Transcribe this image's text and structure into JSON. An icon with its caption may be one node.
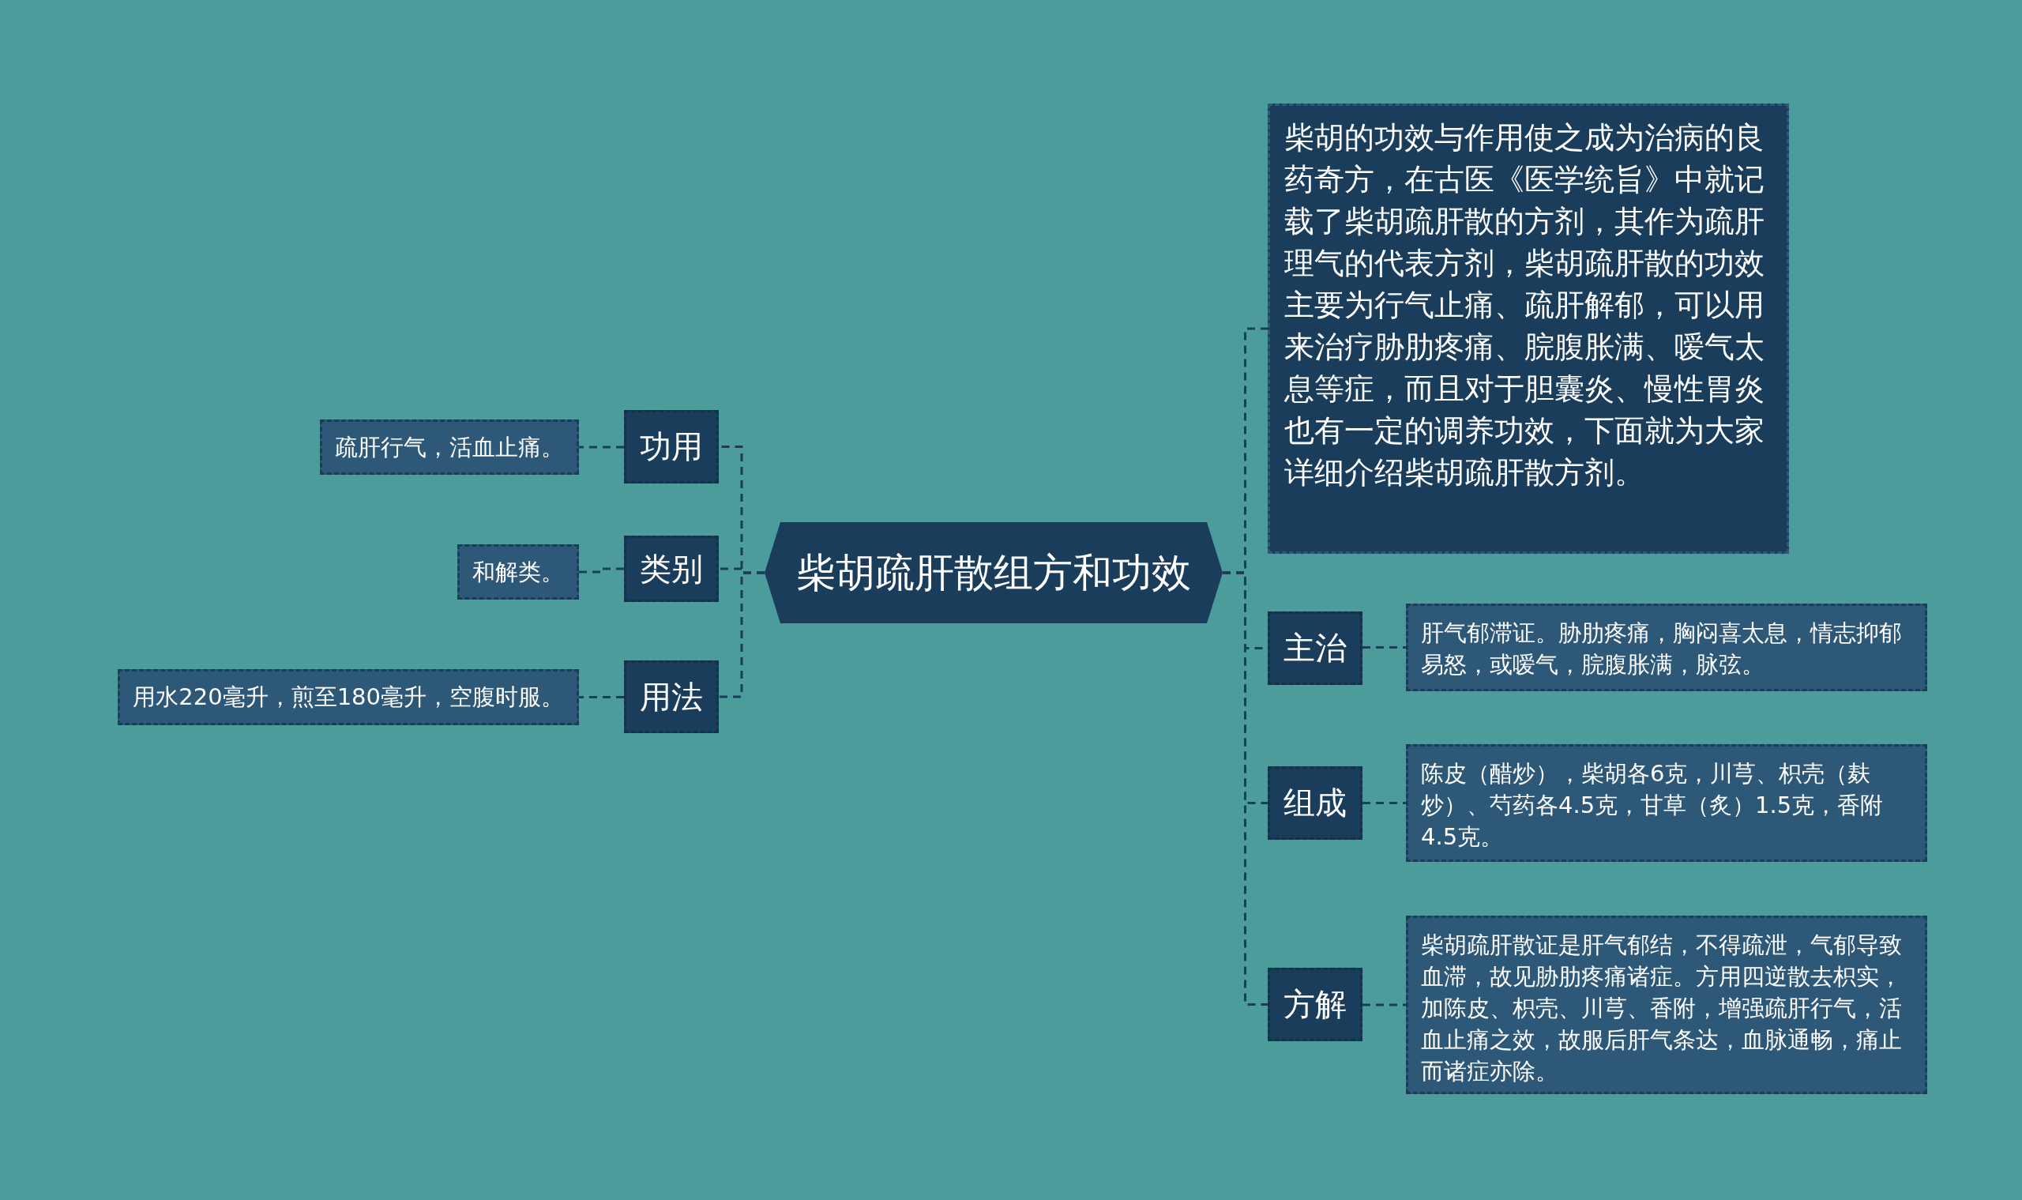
{
  "diagram": {
    "nodes": [
      {
        "text": [
          "柴胡疏肝散组方和功效"
        ]
      },
      {
        "text": [
          "功用"
        ]
      },
      {
        "text": [
          "疏肝行气，活血止痛。"
        ]
      },
      {
        "text": [
          "类别"
        ]
      },
      {
        "text": [
          "和解类。"
        ]
      },
      {
        "text": [
          "用法"
        ]
      },
      {
        "text": [
          "用水220毫升，煎至180毫升，空腹时服。"
        ]
      },
      {
        "text": [
          "柴胡的功效与作用使之成为治病的良药奇方，在古医《医学统旨》中就记载了柴胡疏肝散的方剂，其作为疏肝理气的代表方剂，柴胡疏肝散的功效主要为行气止痛、疏肝解郁，可以用来治疗胁肋疼痛、脘腹胀满、嗳气太息等症，而且对于胆囊炎、慢性胃炎也有一定的调养功效，下面就为大家详细介绍柴胡疏肝散方剂。"
        ]
      },
      {
        "text": [
          "主治"
        ]
      },
      {
        "text": [
          "肝气郁滞证。胁肋疼痛，胸闷喜太息，情志抑郁易怒，或嗳气，脘腹胀满，脉弦。"
        ]
      },
      {
        "text": [
          "组成"
        ]
      },
      {
        "text": [
          "陈皮（醋炒），柴胡各6克，川芎、枳壳（麸炒）、芍药各4.5克，甘草（炙）1.5克，香附4.5克。"
        ]
      },
      {
        "text": [
          "方解"
        ]
      },
      {
        "text": [
          "柴胡疏肝散证是肝气郁结，不得疏泄，气郁导致血滞，故见胁肋疼痛诸症。方用四逆散去枳实，加陈皮、枳壳、川芎、香附，增强疏肝行气，活血止痛之效，故服后肝气条达，血脉通畅，痛止而诸症亦除。"
        ]
      }
    ],
    "edges": [
      {
        "from": 0,
        "to": 1,
        "arrow": "none"
      },
      {
        "from": 1,
        "to": 2,
        "arrow": "none"
      },
      {
        "from": 0,
        "to": 3,
        "arrow": "none"
      },
      {
        "from": 3,
        "to": 4,
        "arrow": "none"
      },
      {
        "from": 0,
        "to": 5,
        "arrow": "none"
      },
      {
        "from": 5,
        "to": 6,
        "arrow": "none"
      },
      {
        "from": 0,
        "to": 7,
        "arrow": "none"
      },
      {
        "from": 0,
        "to": 8,
        "arrow": "none"
      },
      {
        "from": 8,
        "to": 9,
        "arrow": "none"
      },
      {
        "from": 0,
        "to": 10,
        "arrow": "none"
      },
      {
        "from": 10,
        "to": 11,
        "arrow": "none"
      },
      {
        "from": 0,
        "to": 12,
        "arrow": "none"
      },
      {
        "from": 12,
        "to": 13,
        "arrow": "none"
      }
    ]
  }
}
